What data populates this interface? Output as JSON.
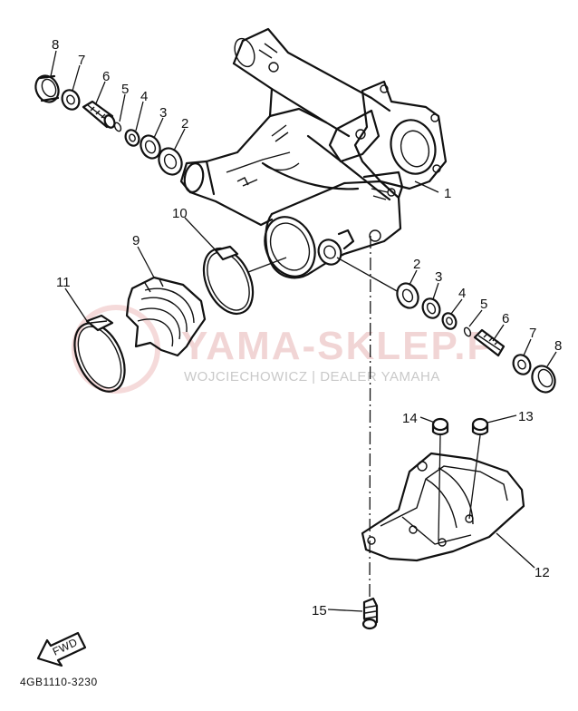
{
  "diagram_code": "4GB1110-3230",
  "fwd_label": "FWD",
  "watermark": {
    "brand": "YAMA-SKLEP.P",
    "dealer": "WOJCIECHOWICZ | DEALER YAMAHA"
  },
  "callouts": {
    "c1": "1",
    "c2a": "2",
    "c2b": "2",
    "c3a": "3",
    "c3b": "3",
    "c4a": "4",
    "c4b": "4",
    "c5a": "5",
    "c5b": "5",
    "c6a": "6",
    "c6b": "6",
    "c7a": "7",
    "c7b": "7",
    "c8a": "8",
    "c8b": "8",
    "c9": "9",
    "c10": "10",
    "c11": "11",
    "c12": "12",
    "c13": "13",
    "c14": "14",
    "c15": "15"
  }
}
